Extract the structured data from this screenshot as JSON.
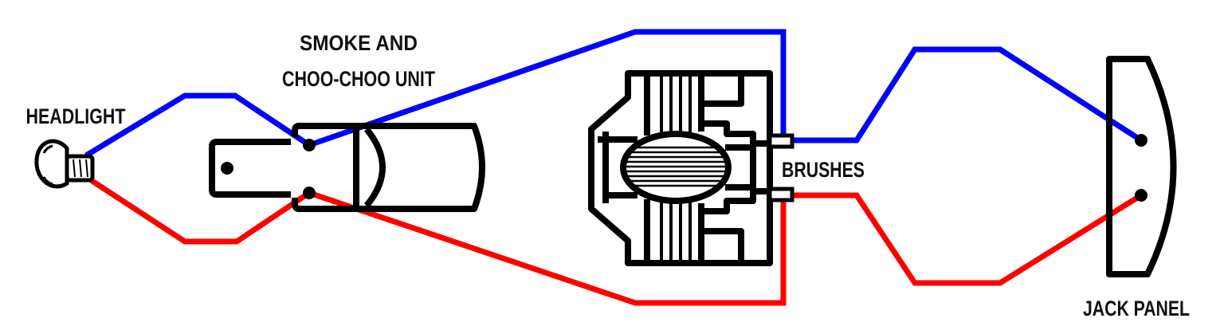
{
  "labels": {
    "headlight": "HEADLIGHT",
    "smoke_line1": "SMOKE AND",
    "smoke_line2": "CHOO-CHOO UNIT",
    "brushes": "BRUSHES",
    "jack_panel": "JACK PANEL"
  },
  "colors": {
    "positive_wire": "#0000ff",
    "negative_wire": "#ff0000",
    "outline": "#000000"
  }
}
